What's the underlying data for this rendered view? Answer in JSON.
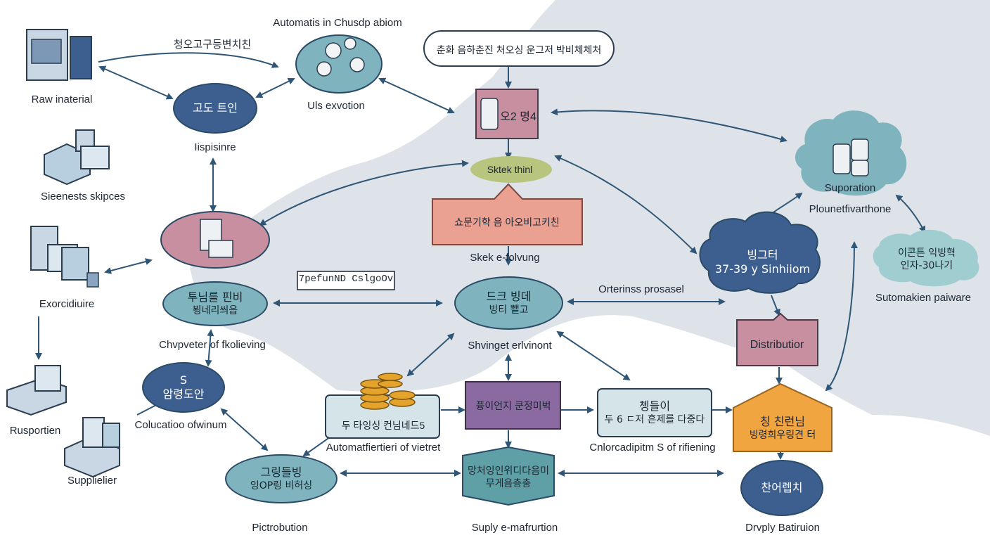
{
  "top_labels": {
    "automation_label": "Automatis in Chusdp abiom",
    "korean_header": "청오고구등변치친"
  },
  "top_box": {
    "text": "춘화 음하춘진 처오싱 운그저 박비체체처"
  },
  "nodes": {
    "left_dark_top": {
      "text": "고도 트인",
      "caption": "Iispisinre"
    },
    "gear_circle": {
      "caption": "Uls exvotion"
    },
    "center_square": {
      "text": "오2 명4"
    },
    "sktek": {
      "text": "Sktek thinl"
    },
    "salmon": {
      "text": "쇼문기학 음 아오비고키친",
      "caption": "Skek e-folvung"
    },
    "pink_mid_left": {},
    "teal_left": {
      "line1": "투님를 핀비",
      "line2": "뵝네리씌읍",
      "caption": "Chvpveter of fkolieving"
    },
    "tag": {
      "text": "7pefunND CslgoOv"
    },
    "teal_center": {
      "line1": "드크  빙데",
      "line2": "빙티 뾑고",
      "caption": "Shvinget erlvinont"
    },
    "cloud_right": {
      "line1": "빙그터",
      "line2": "37-39 y Sinhiiom"
    },
    "ordering_label": "Orterinss prosasel",
    "dark_dollar": {
      "line1": "S",
      "line2": "암령도안",
      "caption": "Colucatioo ofwinum"
    },
    "coins_box": {
      "text": "두 타잉싱 컨님네드5",
      "caption": "Automatfiertieri of vietret"
    },
    "purple_center": {
      "text": "퓽이언지 쿤정미벅"
    },
    "right_teal_box": {
      "line1": "쳉들이",
      "line2": "두 6 ㄷ저 흔제를 다중다",
      "caption": "Cnlorcadipitm S of rifiening"
    },
    "distribution": {
      "text": "Distributior"
    },
    "house": {
      "line1": "칭 친런님",
      "line2": "빙령희우링견 터"
    },
    "teal_bottom_left": {
      "line1": "그링들빙",
      "line2": "잉OP링 비허싱",
      "caption": "Pictrobution"
    },
    "hex_bottom": {
      "line1": "망처잉인위디다음미",
      "line2": "무게음층충",
      "caption": "Suply e-mafrurtion"
    },
    "dark_bottom_right": {
      "text": "찬어렙치",
      "caption": "Drvply Batiruion"
    },
    "cloud_top_right": {
      "label1": "Suporation",
      "label2": "Plounetfivarthone"
    },
    "small_cloud": {
      "line1": "이콘튼 익빙혁",
      "line2": "인자-30나기",
      "caption": "Sutomakien paiware"
    }
  },
  "left_column": {
    "raw": "Raw inaterial",
    "siee": "Sieenests skipces",
    "exor": "Exorcidiuire",
    "rusp": "Rusportien",
    "supp": "Supplielier"
  },
  "colors": {
    "dark_blue": "#3d5f8f",
    "teal": "#7fb3bd",
    "pink": "#c88fa0",
    "purple": "#8a6aa0",
    "salmon": "#eba192",
    "orange": "#f0a540",
    "arrow": "#2f5676",
    "map_gray": "#dde3e8"
  }
}
